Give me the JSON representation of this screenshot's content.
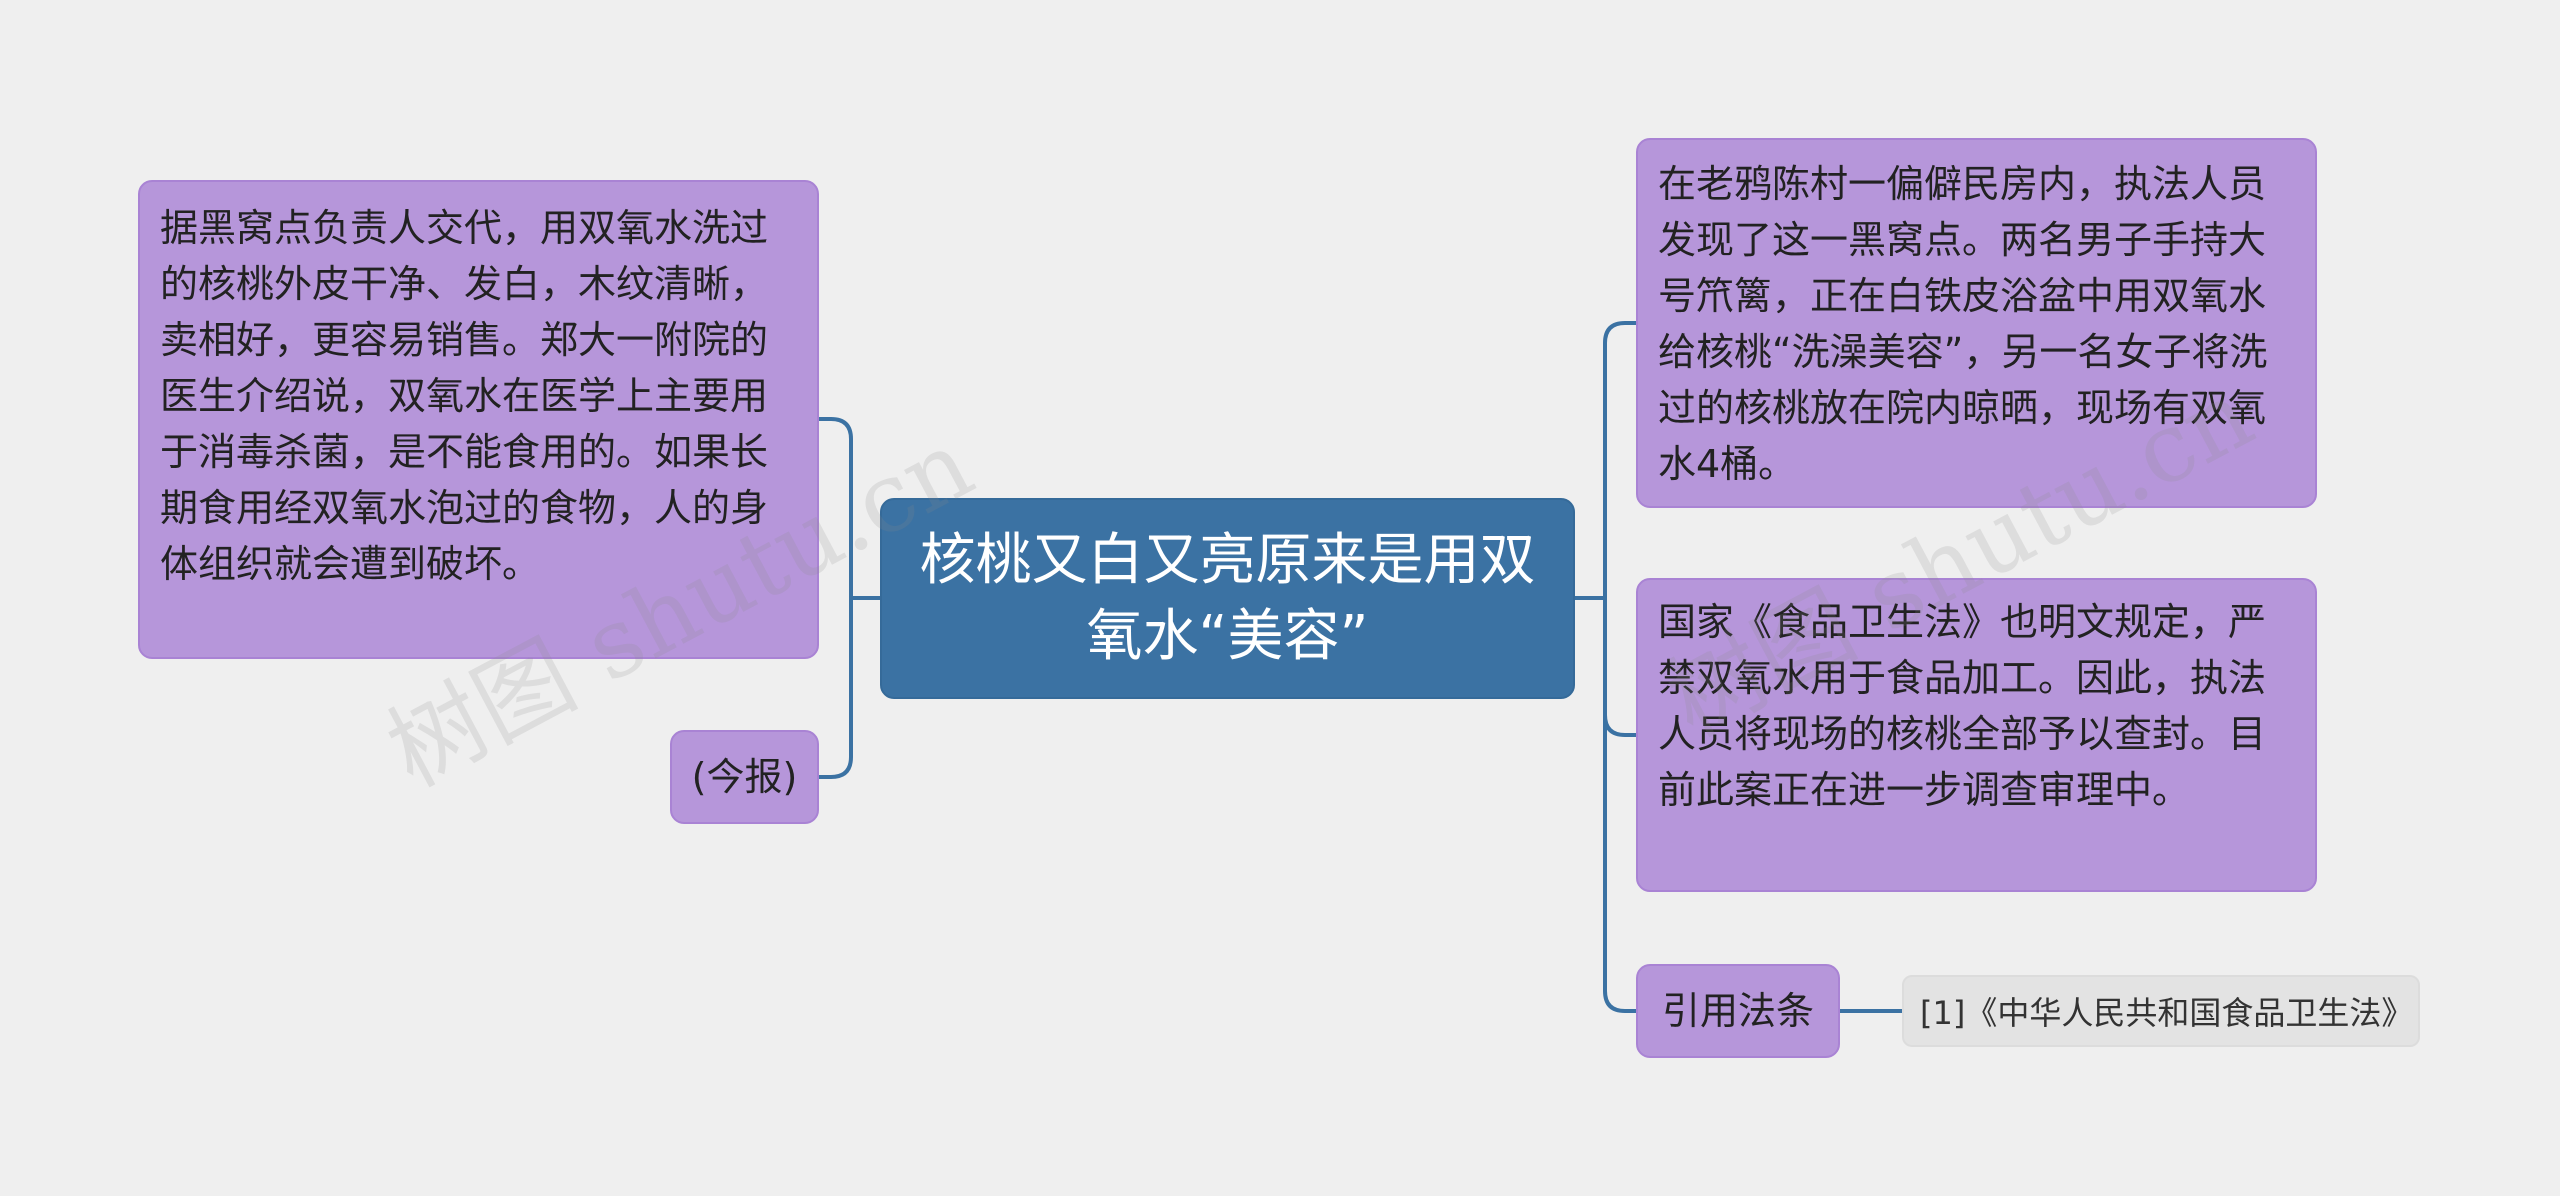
{
  "central": {
    "title": "核桃又白又亮原来是用双氧水“美容”"
  },
  "left": {
    "main_text": "据黑窝点负责人交代，用双氧水洗过的核桃外皮干净、发白，木纹清晰，卖相好，更容易销售。郑大一附院的医生介绍说，双氧水在医学上主要用于消毒杀菌，是不能食用的。如果长期食用经双氧水泡过的食物，人的身体组织就会遭到破坏。",
    "source_text": "(今报)"
  },
  "right": {
    "node1_text": "在老鸦陈村一偏僻民房内，执法人员发现了这一黑窝点。两名男子手持大号笊篱，正在白铁皮浴盆中用双氧水给核桃“洗澡美容”，另一名女子将洗过的核桃放在院内晾晒，现场有双氧水4桶。",
    "node2_text": "国家《食品卫生法》也明文规定，严禁双氧水用于食品加工。因此，执法人员将现场的核桃全部予以查封。目前此案正在进一步调查审理中。",
    "cite_label": "引用法条",
    "law_ref": "[1]《中华人民共和国食品卫生法》"
  },
  "watermark": {
    "text": "树图 shutu.cn"
  },
  "colors": {
    "background": "#efefef",
    "central_fill": "#3b72a3",
    "topic_fill": "#b696da",
    "leaf_fill": "#e3e3e3",
    "connector": "#3b72a3"
  }
}
